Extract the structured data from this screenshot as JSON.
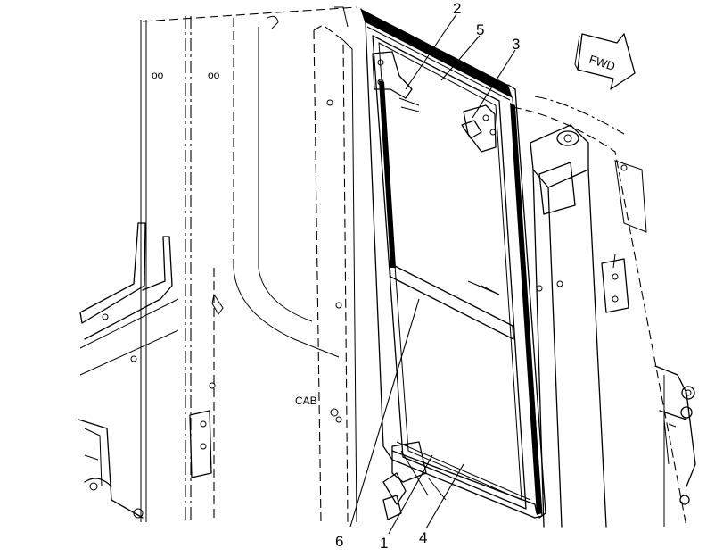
{
  "diagram": {
    "cab_label": "CAB",
    "forward_arrow_label": "FWD",
    "callouts": [
      {
        "id": "2",
        "text": "2"
      },
      {
        "id": "5",
        "text": "5"
      },
      {
        "id": "3",
        "text": "3"
      },
      {
        "id": "6",
        "text": "6"
      },
      {
        "id": "1",
        "text": "1"
      },
      {
        "id": "4",
        "text": "4"
      }
    ]
  }
}
